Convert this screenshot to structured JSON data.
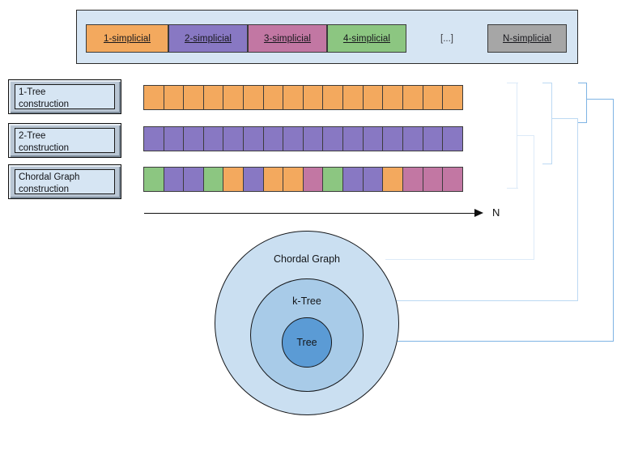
{
  "legend": {
    "name": "simplicial-legend",
    "items": [
      {
        "label": "1-simplicial",
        "color": "#f3a95e",
        "width": 102
      },
      {
        "label": "2-simplicial",
        "color": "#8878c3",
        "width": 98
      },
      {
        "label": "3-simplicial",
        "color": "#c277a3",
        "width": 98
      },
      {
        "label": "4-simplicial",
        "color": "#8cc681",
        "width": 98
      }
    ],
    "ellipsis": "[...]",
    "last": {
      "label": "N-simplicial",
      "color": "#a6a6a6"
    }
  },
  "constructions": [
    {
      "line1": "1-Tree",
      "line2": "construction"
    },
    {
      "line1": "2-Tree",
      "line2": "construction"
    },
    {
      "line1": "Chordal Graph",
      "line2": "construction"
    }
  ],
  "strips": [
    {
      "name": "one-tree-strip",
      "cells": [
        "#f3a95e",
        "#f3a95e",
        "#f3a95e",
        "#f3a95e",
        "#f3a95e",
        "#f3a95e",
        "#f3a95e",
        "#f3a95e",
        "#f3a95e",
        "#f3a95e",
        "#f3a95e",
        "#f3a95e",
        "#f3a95e",
        "#f3a95e",
        "#f3a95e",
        "#f3a95e"
      ]
    },
    {
      "name": "two-tree-strip",
      "cells": [
        "#8878c3",
        "#8878c3",
        "#8878c3",
        "#8878c3",
        "#8878c3",
        "#8878c3",
        "#8878c3",
        "#8878c3",
        "#8878c3",
        "#8878c3",
        "#8878c3",
        "#8878c3",
        "#8878c3",
        "#8878c3",
        "#8878c3",
        "#8878c3"
      ]
    },
    {
      "name": "chordal-graph-strip",
      "cells": [
        "#8cc681",
        "#8878c3",
        "#8878c3",
        "#8cc681",
        "#f3a95e",
        "#8878c3",
        "#f3a95e",
        "#f3a95e",
        "#c277a3",
        "#8cc681",
        "#8878c3",
        "#8878c3",
        "#f3a95e",
        "#c277a3",
        "#c277a3",
        "#c277a3"
      ]
    }
  ],
  "axis": {
    "label": "N"
  },
  "venn": {
    "outer": {
      "label": "Chordal Graph",
      "color": "#cadff1"
    },
    "middle": {
      "label": "k-Tree",
      "color": "#a8cbe8"
    },
    "inner": {
      "label": "Tree",
      "color": "#5b9bd5"
    }
  },
  "connector_color": "#a9cdee"
}
